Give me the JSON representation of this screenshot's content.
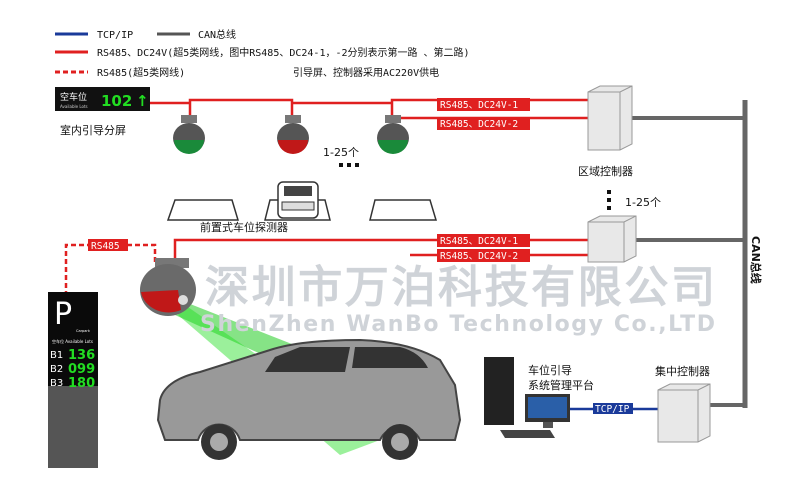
{
  "legend": {
    "tcpip": "TCP/IP",
    "can": "CAN总线",
    "rs485_dc24": "RS485、DC24V(超5类网线，图中RS485、DC24-1，-2分别表示第一路 、第二路)",
    "rs485": "RS485(超5类网线)",
    "power_note": "引导屏、控制器采用AC220V供电"
  },
  "indoor_screen": {
    "text": "空车位",
    "sub": "Available Lots",
    "count": "102",
    "arrow": "↑",
    "label": "室内引导分屏"
  },
  "count_top": "1-25个",
  "count_right": "1-25个",
  "line_labels": {
    "top1": "RS485、DC24V-1",
    "top2": "RS485、DC24V-2",
    "bot1": "RS485、DC24V-1",
    "bot2": "RS485、DC24V-2",
    "rs485": "RS485",
    "tcpip": "TCP/IP"
  },
  "zone_controller": "区域控制器",
  "can_bus": "CAN总线",
  "detector_label": "前置式车位探测器",
  "platform_label": [
    "车位引导",
    "系统管理平台"
  ],
  "central_controller": "集中控制器",
  "watermark": {
    "cn": "深圳市万泊科技有限公司",
    "en": "ShenZhen WanBo Technology Co.,LTD"
  },
  "outdoor_panel": {
    "p": "P",
    "sub": "Carpark",
    "avail": "空车位 Available Lots",
    "rows": [
      {
        "floor": "B1",
        "count": "136"
      },
      {
        "floor": "B2",
        "count": "099"
      },
      {
        "floor": "B3",
        "count": "180"
      }
    ]
  },
  "colors": {
    "red": "#e02020",
    "blue": "#1a3a9a",
    "can": "#666666",
    "green": "#22dd22"
  }
}
